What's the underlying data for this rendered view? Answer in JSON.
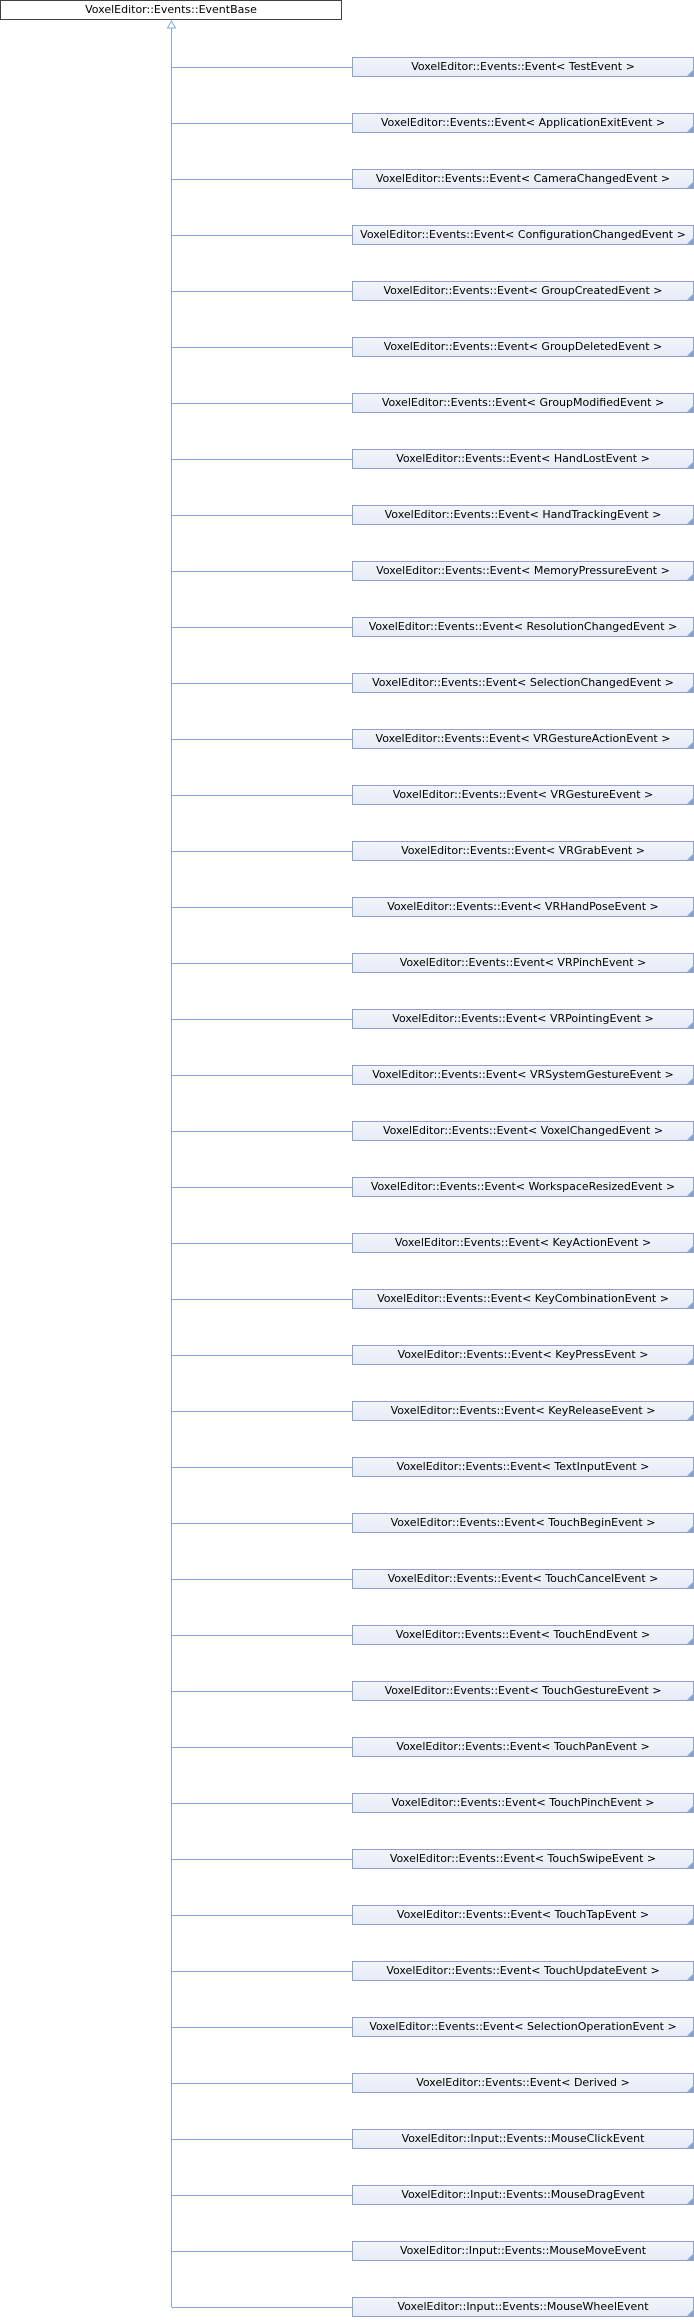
{
  "root": {
    "label": "VoxelEditor::Events::EventBase"
  },
  "derived": [
    {
      "label": "VoxelEditor::Events::Event< TestEvent >"
    },
    {
      "label": "VoxelEditor::Events::Event< ApplicationExitEvent >"
    },
    {
      "label": "VoxelEditor::Events::Event< CameraChangedEvent >"
    },
    {
      "label": "VoxelEditor::Events::Event< ConfigurationChangedEvent >"
    },
    {
      "label": "VoxelEditor::Events::Event< GroupCreatedEvent >"
    },
    {
      "label": "VoxelEditor::Events::Event< GroupDeletedEvent >"
    },
    {
      "label": "VoxelEditor::Events::Event< GroupModifiedEvent >"
    },
    {
      "label": "VoxelEditor::Events::Event< HandLostEvent >"
    },
    {
      "label": "VoxelEditor::Events::Event< HandTrackingEvent >"
    },
    {
      "label": "VoxelEditor::Events::Event< MemoryPressureEvent >"
    },
    {
      "label": "VoxelEditor::Events::Event< ResolutionChangedEvent >"
    },
    {
      "label": "VoxelEditor::Events::Event< SelectionChangedEvent >"
    },
    {
      "label": "VoxelEditor::Events::Event< VRGestureActionEvent >"
    },
    {
      "label": "VoxelEditor::Events::Event< VRGestureEvent >"
    },
    {
      "label": "VoxelEditor::Events::Event< VRGrabEvent >"
    },
    {
      "label": "VoxelEditor::Events::Event< VRHandPoseEvent >"
    },
    {
      "label": "VoxelEditor::Events::Event< VRPinchEvent >"
    },
    {
      "label": "VoxelEditor::Events::Event< VRPointingEvent >"
    },
    {
      "label": "VoxelEditor::Events::Event< VRSystemGestureEvent >"
    },
    {
      "label": "VoxelEditor::Events::Event< VoxelChangedEvent >"
    },
    {
      "label": "VoxelEditor::Events::Event< WorkspaceResizedEvent >"
    },
    {
      "label": "VoxelEditor::Events::Event< KeyActionEvent >"
    },
    {
      "label": "VoxelEditor::Events::Event< KeyCombinationEvent >"
    },
    {
      "label": "VoxelEditor::Events::Event< KeyPressEvent >"
    },
    {
      "label": "VoxelEditor::Events::Event< KeyReleaseEvent >"
    },
    {
      "label": "VoxelEditor::Events::Event< TextInputEvent >"
    },
    {
      "label": "VoxelEditor::Events::Event< TouchBeginEvent >"
    },
    {
      "label": "VoxelEditor::Events::Event< TouchCancelEvent >"
    },
    {
      "label": "VoxelEditor::Events::Event< TouchEndEvent >"
    },
    {
      "label": "VoxelEditor::Events::Event< TouchGestureEvent >"
    },
    {
      "label": "VoxelEditor::Events::Event< TouchPanEvent >"
    },
    {
      "label": "VoxelEditor::Events::Event< TouchPinchEvent >"
    },
    {
      "label": "VoxelEditor::Events::Event< TouchSwipeEvent >"
    },
    {
      "label": "VoxelEditor::Events::Event< TouchTapEvent >"
    },
    {
      "label": "VoxelEditor::Events::Event< TouchUpdateEvent >"
    },
    {
      "label": "VoxelEditor::Events::Event< SelectionOperationEvent >"
    },
    {
      "label": "VoxelEditor::Events::Event< Derived >"
    },
    {
      "label": "VoxelEditor::Input::Events::MouseClickEvent"
    },
    {
      "label": "VoxelEditor::Input::Events::MouseDragEvent"
    },
    {
      "label": "VoxelEditor::Input::Events::MouseMoveEvent"
    },
    {
      "label": "VoxelEditor::Input::Events::MouseWheelEvent"
    }
  ],
  "colors": {
    "connector": "#87a8d8",
    "node_border": "#8da2cf",
    "root_border": "#404040"
  }
}
